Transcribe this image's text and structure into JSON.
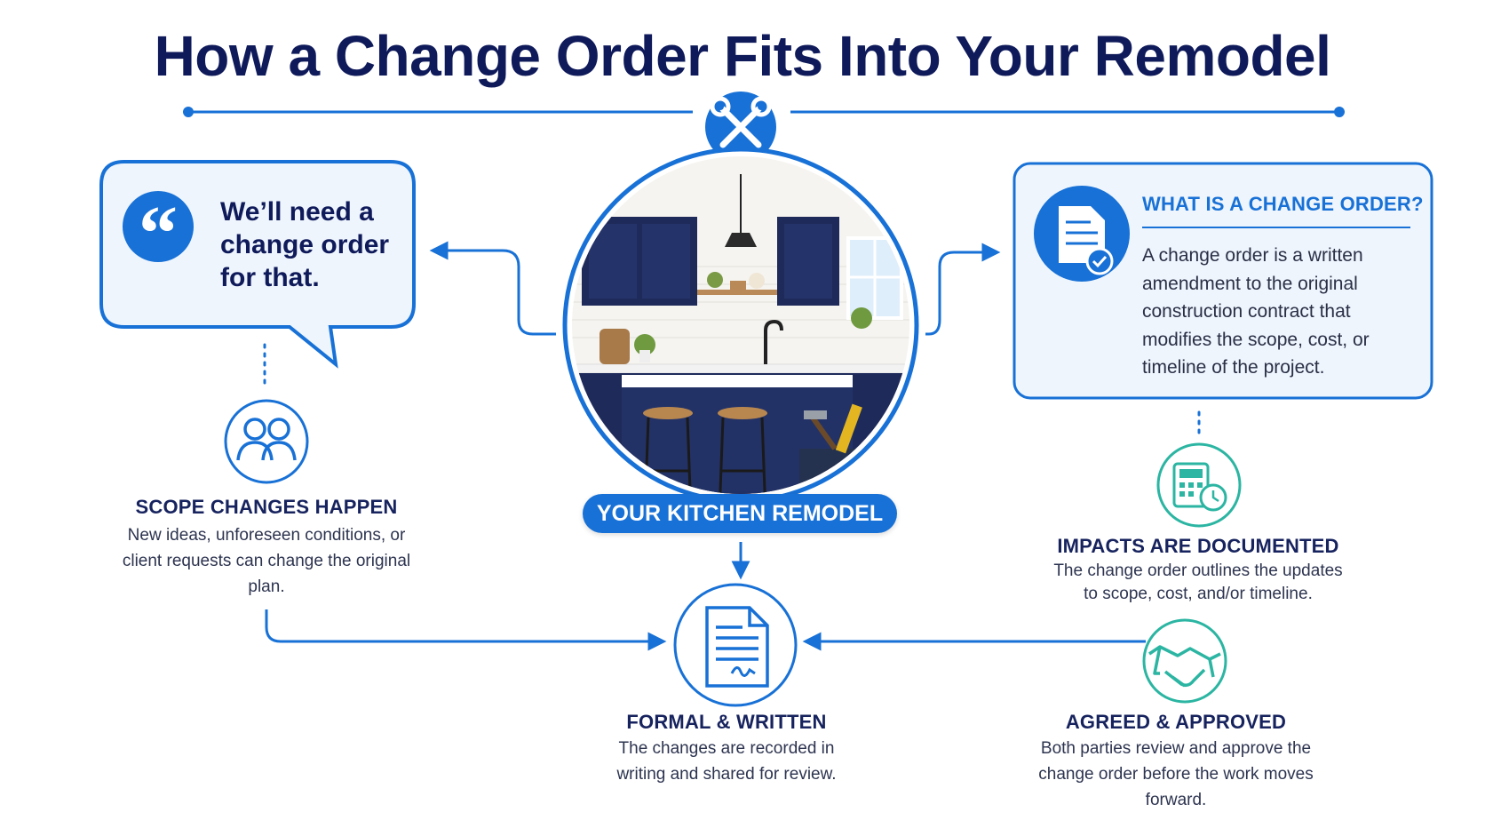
{
  "title": "How a Change Order Fits Into Your Remodel",
  "colors": {
    "navy": "#0f1a5a",
    "blue": "#1871d6",
    "teal": "#2bb5a2",
    "light_blue_bg": "#eef5fd"
  },
  "quote": {
    "text": "We’ll need a change order for that.",
    "icon": "quote-icon"
  },
  "center": {
    "label": "YOUR KITCHEN REMODEL",
    "icon": "tools-icon",
    "image": "kitchen-illustration"
  },
  "definition": {
    "title": "WHAT IS A CHANGE ORDER?",
    "body": "A change order is a written amendment to the original construction contract that modifies the scope, cost, or timeline of the project.",
    "icon": "document-check-icon"
  },
  "steps": {
    "scope": {
      "title": "SCOPE CHANGES HAPPEN",
      "body": "New ideas, unforeseen conditions, or client requests can change the original plan.",
      "icon": "people-icon"
    },
    "impacts": {
      "title": "IMPACTS ARE DOCUMENTED",
      "body": "The change order outlines the updates to scope, cost, and/or timeline.",
      "icon": "calculator-clock-icon"
    },
    "formal": {
      "title": "FORMAL & WRITTEN",
      "body": "The changes are recorded in writing and shared for review.",
      "icon": "signed-document-icon"
    },
    "agreed": {
      "title": "AGREED & APPROVED",
      "body": "Both parties review and approve the change order before the work moves forward.",
      "icon": "handshake-icon"
    }
  }
}
